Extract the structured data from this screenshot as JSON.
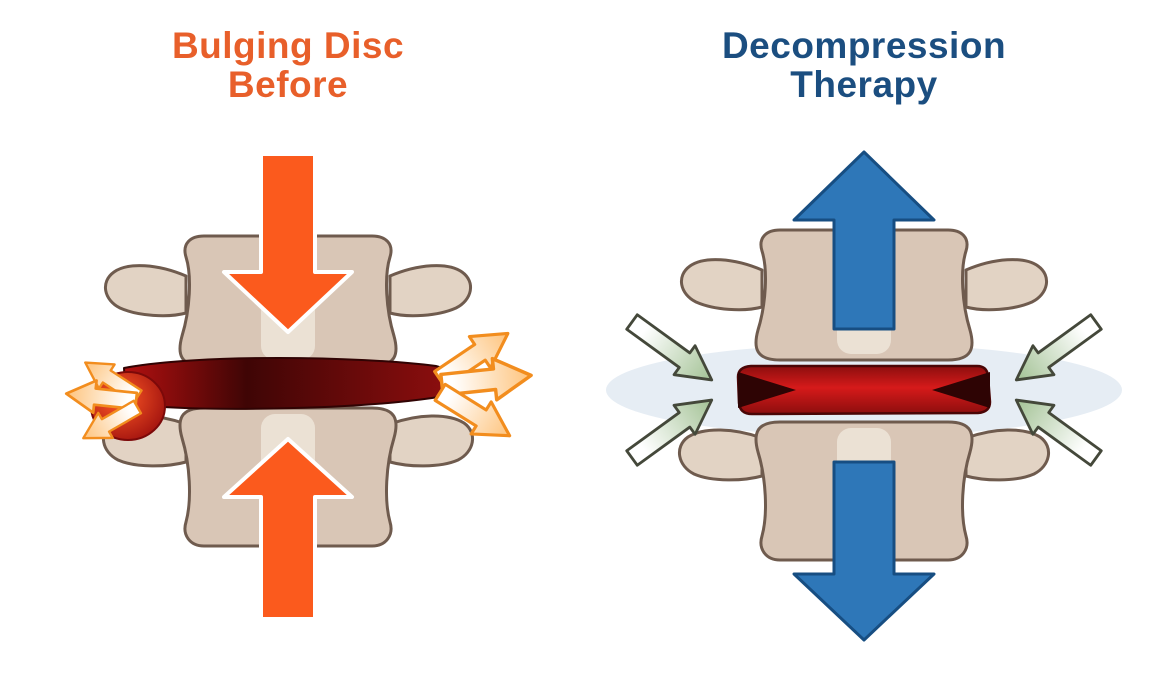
{
  "page": {
    "background_color": "#ffffff"
  },
  "panels": {
    "left": {
      "title_line1": "Bulging Disc",
      "title_line2": "Before",
      "title_color": "#e85f2a"
    },
    "right": {
      "title_line1": "Decompression",
      "title_line2": "Therapy",
      "title_color": "#1b4e80"
    }
  },
  "icons": {
    "compression_arrow_down": "solid-orange-arrow-down",
    "compression_arrow_up": "solid-orange-arrow-up",
    "bulge_fan_arrows": "orange-outline-arrows-radiating-outward",
    "traction_arrow_up": "solid-blue-arrow-up",
    "traction_arrow_down": "solid-blue-arrow-down",
    "inward_arrows": "green-outline-arrows-pointing-inward"
  },
  "colors": {
    "compression_arrow_fill": "#fb5a1d",
    "compression_arrow_outline": "#ffffff",
    "bulge_arrow_fill_start": "#ffffff",
    "bulge_arrow_fill_end": "#fec37c",
    "bulge_arrow_stroke": "#f28d1e",
    "traction_arrow_fill": "#2e77b8",
    "traction_arrow_stroke": "#174e82",
    "inward_arrow_fill_start": "#ffffff",
    "inward_arrow_fill_end": "#a3c295",
    "inward_arrow_stroke": "#44483a",
    "vertebra_fill": "#d9c6b6",
    "vertebra_process_fill": "#e2d3c4",
    "vertebra_stroke": "#6f5b4e",
    "vertebra_highlight": "#efe7dc",
    "disc_left_bright": "#b31010",
    "disc_left_dark": "#3f0505",
    "disc_left_mid": "#8c0e0e",
    "bulge_center": "#ff5a26",
    "bulge_edge": "#9a0d0d",
    "disc_right_edge": "#8c0e0e",
    "disc_right_bright": "#d61a1a",
    "disc_notch": "#2e0404",
    "gap_glow": "#e6edf4"
  }
}
